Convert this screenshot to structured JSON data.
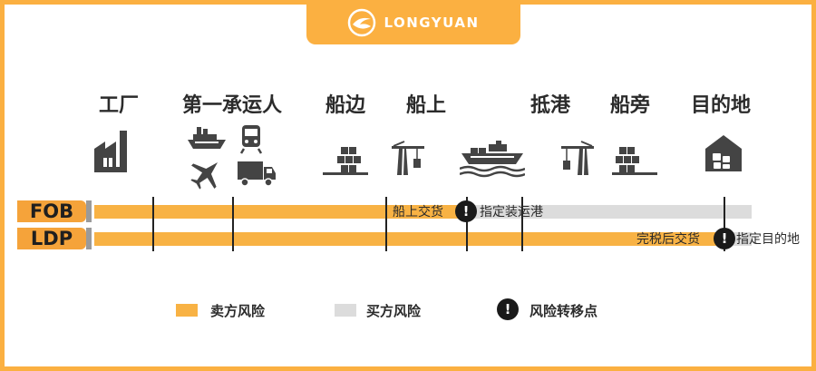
{
  "brand": {
    "name": "LONGYUAN"
  },
  "stages": [
    {
      "label": "工厂",
      "icon": "factory-icon"
    },
    {
      "label": "第一承运人",
      "icon": "carrier-icon"
    },
    {
      "label": "船边",
      "icon": "alongside-cargo-icon"
    },
    {
      "label": "船上",
      "icon": "crane-icon"
    },
    {
      "label": "",
      "icon": "ship-icon"
    },
    {
      "label": "抵港",
      "icon": "port-crane-icon"
    },
    {
      "label": "船旁",
      "icon": "dock-cargo-icon"
    },
    {
      "label": "目的地",
      "icon": "warehouse-icon"
    }
  ],
  "rows": [
    {
      "label": "FOB",
      "transfer_text": "船上交货",
      "after_text": "指定装运港"
    },
    {
      "label": "LDP",
      "transfer_text": "完税后交货",
      "after_text": "指定目的地"
    }
  ],
  "risk_marker": "!",
  "legend": {
    "seller": "卖方风险",
    "buyer": "买方风险",
    "transfer": "风险转移点"
  },
  "colors": {
    "seller": "#F8B244",
    "buyer": "#DCDCDC",
    "frame": "#FBB041",
    "marker": "#1a1a1a"
  }
}
